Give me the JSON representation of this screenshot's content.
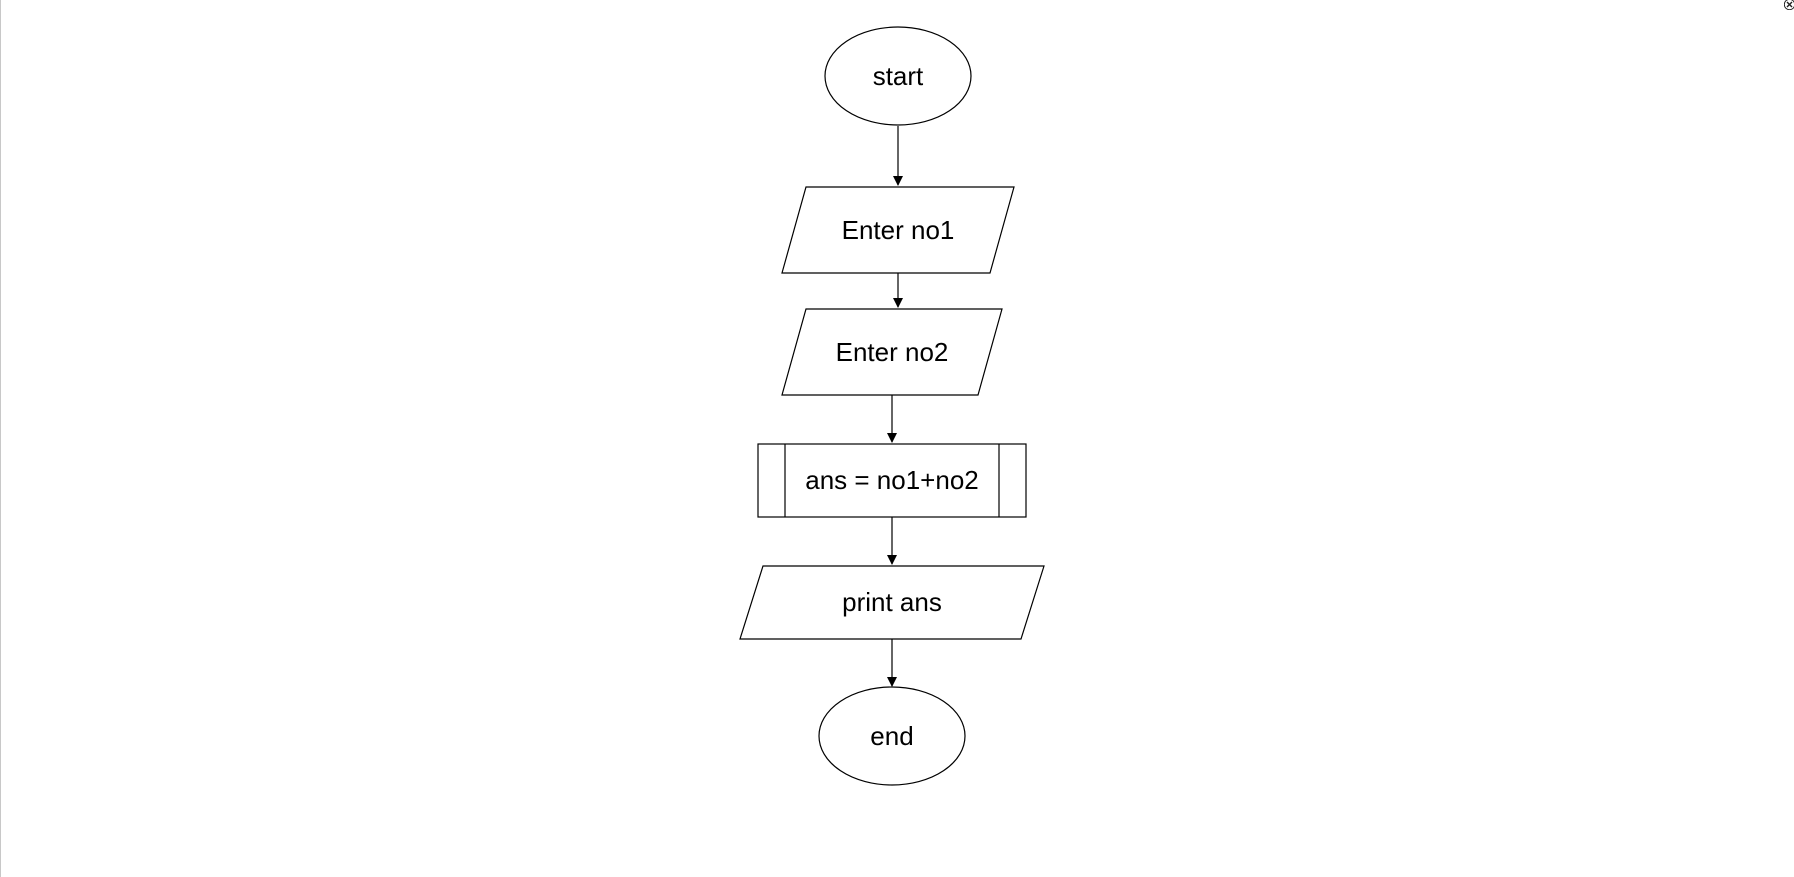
{
  "window": {
    "close_icon": "close-icon"
  },
  "flowchart": {
    "nodes": [
      {
        "id": "start",
        "type": "terminator",
        "label": "start"
      },
      {
        "id": "input1",
        "type": "input-output",
        "label": "Enter no1"
      },
      {
        "id": "input2",
        "type": "input-output",
        "label": "Enter no2"
      },
      {
        "id": "process",
        "type": "predefined-process",
        "label": "ans = no1+no2"
      },
      {
        "id": "output",
        "type": "input-output",
        "label": "print ans"
      },
      {
        "id": "end",
        "type": "terminator",
        "label": "end"
      }
    ],
    "edges": [
      {
        "from": "start",
        "to": "input1"
      },
      {
        "from": "input1",
        "to": "input2"
      },
      {
        "from": "input2",
        "to": "process"
      },
      {
        "from": "process",
        "to": "output"
      },
      {
        "from": "output",
        "to": "end"
      }
    ]
  }
}
